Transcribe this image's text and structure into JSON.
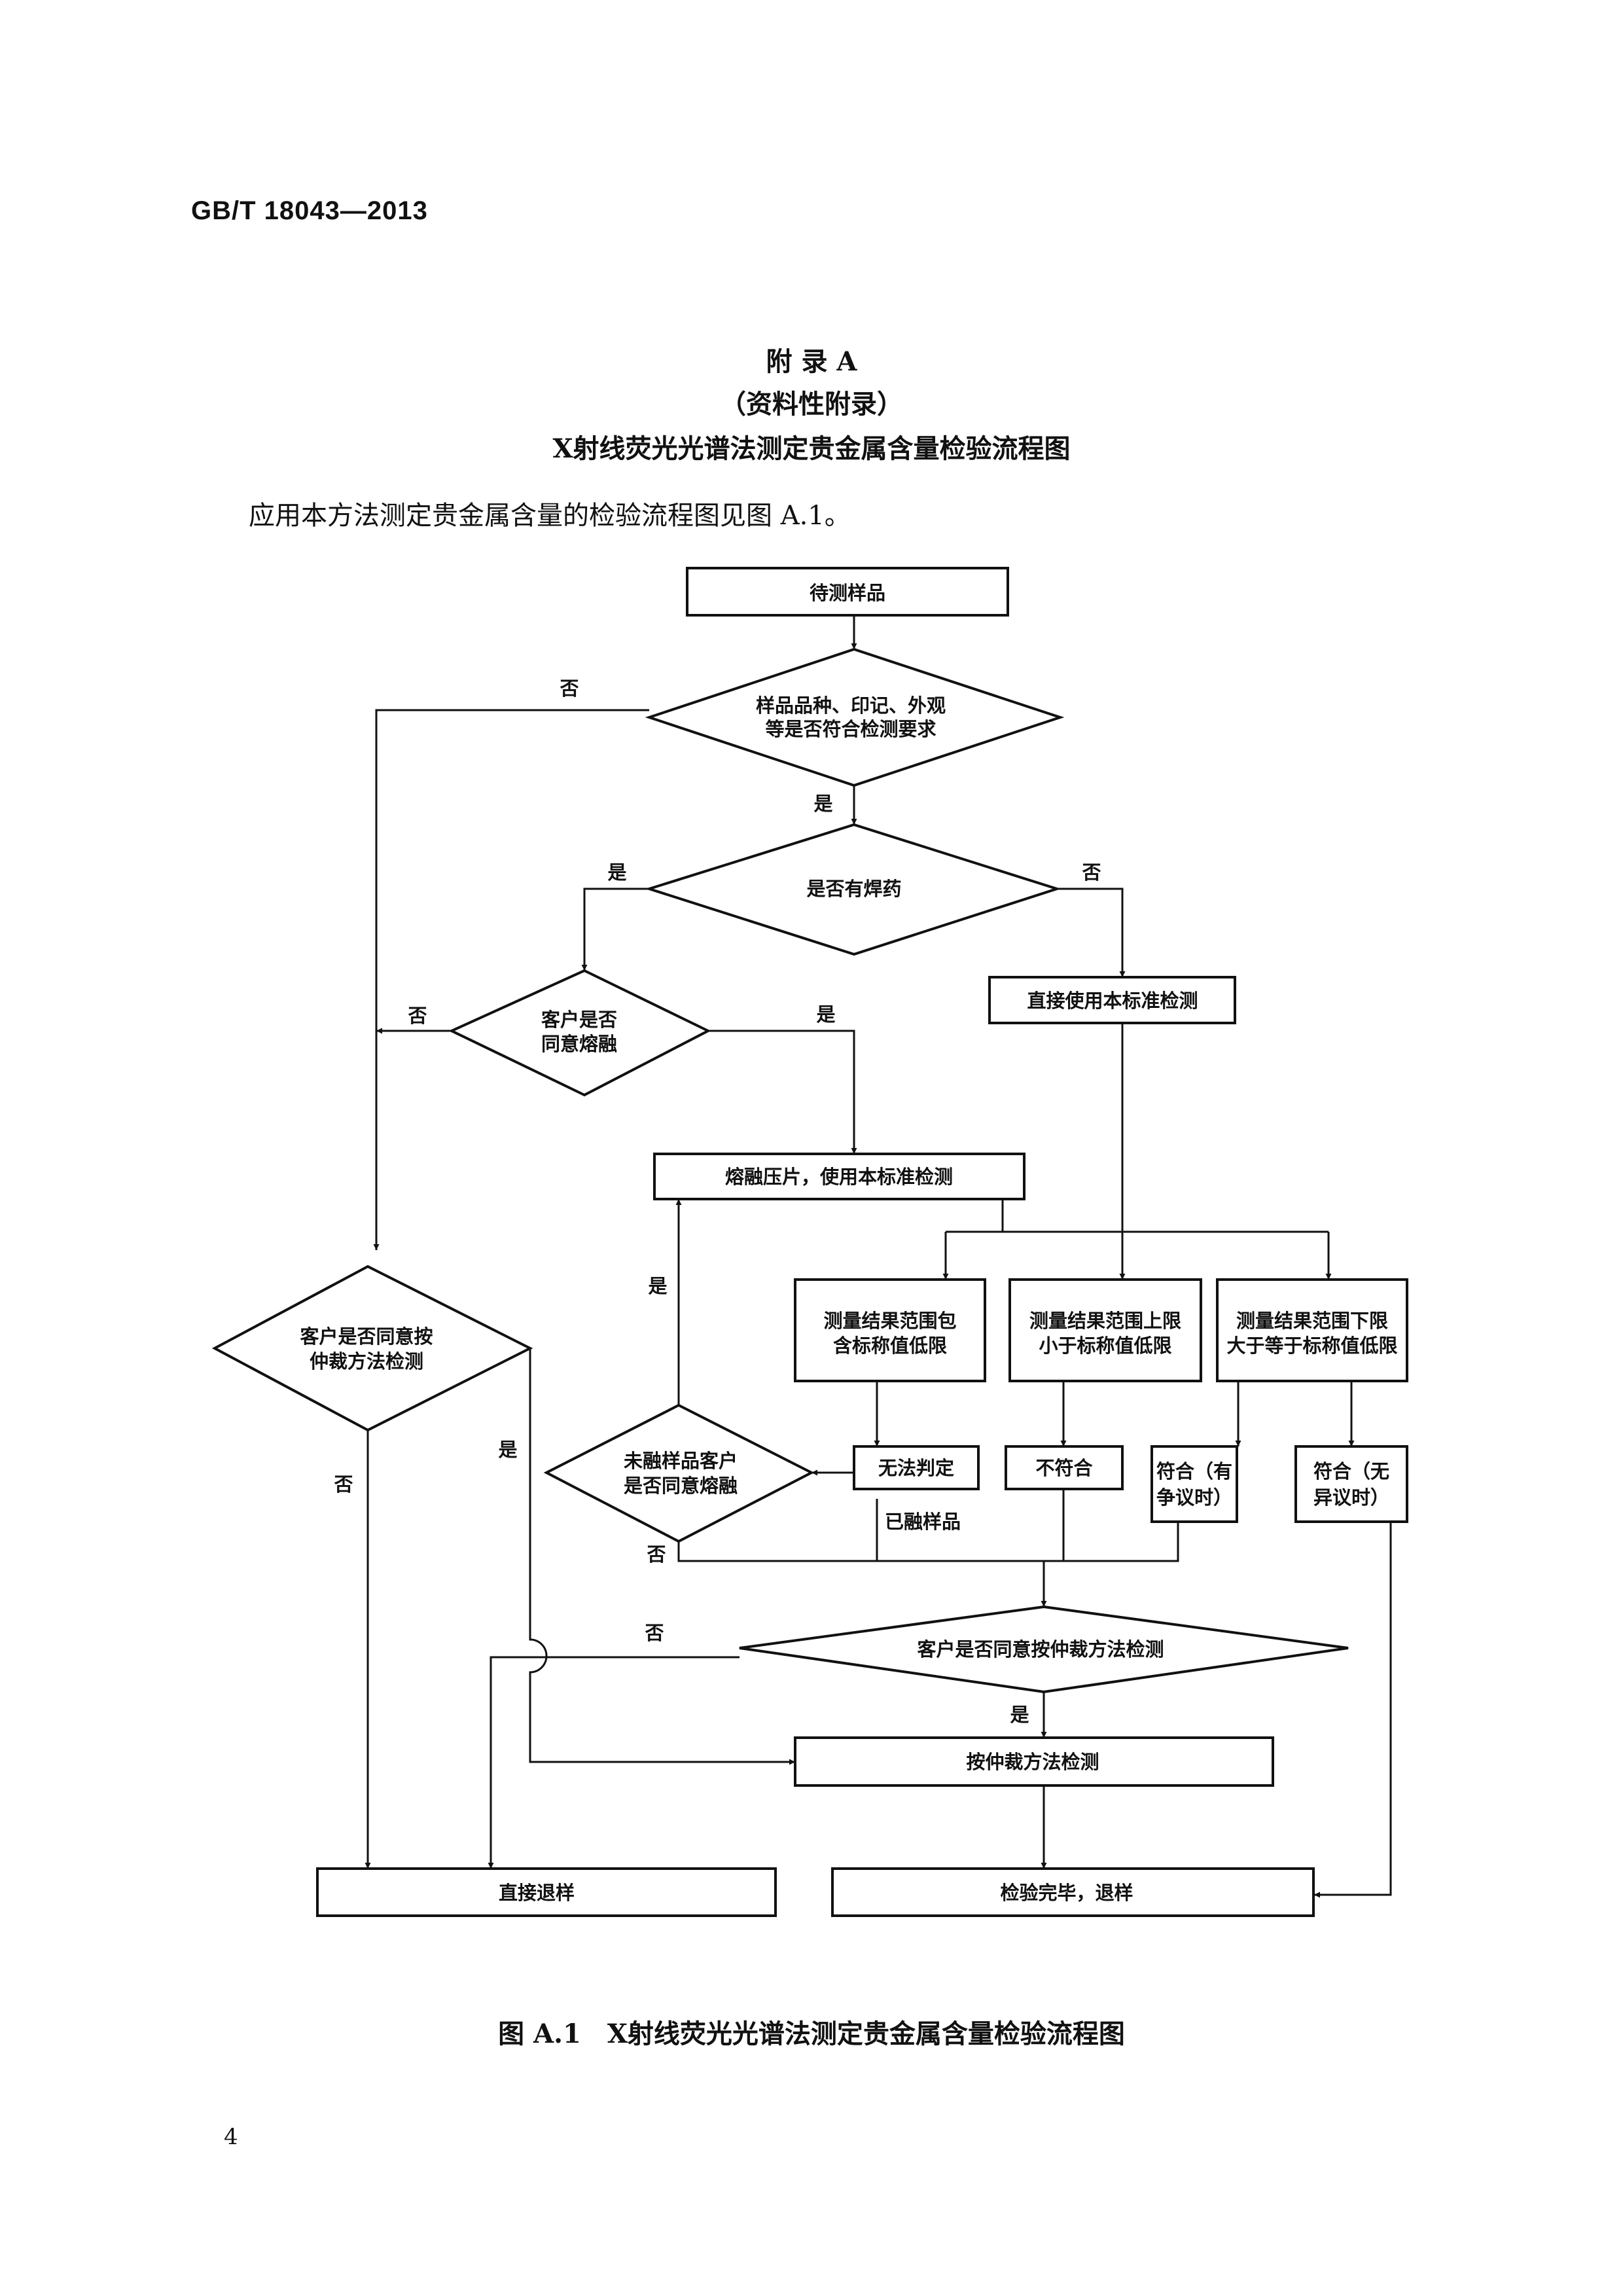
{
  "header": {
    "standard_no": "GB/T 18043—2013"
  },
  "appendix": {
    "title": "附 录 A",
    "type": "（资料性附录）",
    "heading": "X射线荧光光谱法测定贵金属含量检验流程图"
  },
  "intro": "应用本方法测定贵金属含量的检验流程图见图 A.1。",
  "flow": {
    "start": "待测样品",
    "check_sample": [
      "样品品种、印记、外观",
      "等是否符合检测要求"
    ],
    "has_solder": "是否有焊药",
    "direct_detect": "直接使用本标准检测",
    "agree_melt": [
      "客户是否",
      "同意熔融"
    ],
    "melt_press": "熔融压片，使用本标准检测",
    "agree_arbitration_left": [
      "客户是否同意按",
      "仲裁方法检测"
    ],
    "result_include": [
      "测量结果范围包",
      "含标称值低限"
    ],
    "result_upper": [
      "测量结果范围上限",
      "小于标称值低限"
    ],
    "result_lower": [
      "测量结果范围下限",
      "大于等于标称值低限"
    ],
    "cannot_judge": "无法判定",
    "nonconform": "不符合",
    "conform_dispute": [
      "符合（有",
      "争议时）"
    ],
    "conform_nodispute": [
      "符合（无",
      "异议时）"
    ],
    "unmelted_agree": [
      "未融样品客户",
      "是否同意熔融"
    ],
    "melted_sample": "已融样品",
    "agree_arbitration": "客户是否同意按仲裁方法检测",
    "arbitration_detect": "按仲裁方法检测",
    "return_direct": "直接退样",
    "finish_return": "检验完毕，退样",
    "yes": "是",
    "no": "否"
  },
  "caption": "图 A.1　X射线荧光光谱法测定贵金属含量检验流程图",
  "page_number": "4"
}
